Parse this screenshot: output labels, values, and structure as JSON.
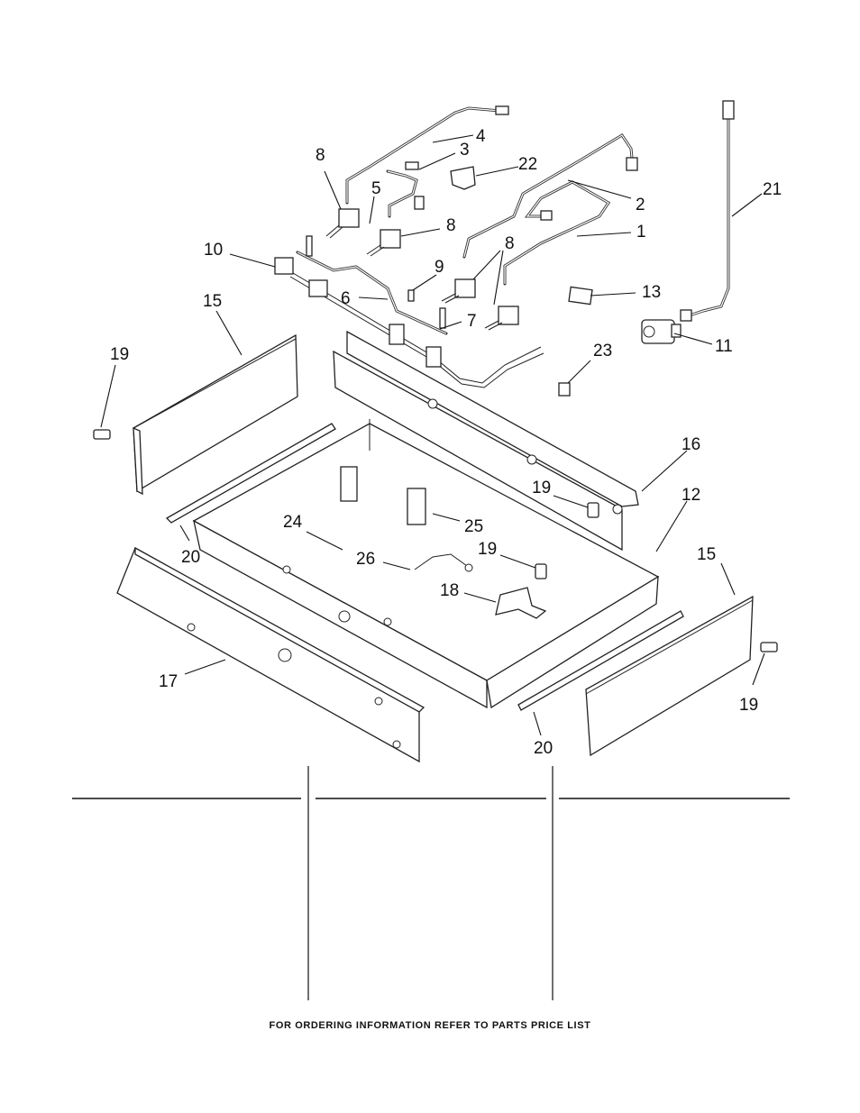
{
  "callouts": [
    {
      "id": "c1",
      "text": "1"
    },
    {
      "id": "c2",
      "text": "2"
    },
    {
      "id": "c3",
      "text": "3"
    },
    {
      "id": "c4",
      "text": "4"
    },
    {
      "id": "c5",
      "text": "5"
    },
    {
      "id": "c6",
      "text": "6"
    },
    {
      "id": "c7",
      "text": "7"
    },
    {
      "id": "c8a",
      "text": "8"
    },
    {
      "id": "c8b",
      "text": "8"
    },
    {
      "id": "c8c",
      "text": "8"
    },
    {
      "id": "c9",
      "text": "9"
    },
    {
      "id": "c10",
      "text": "10"
    },
    {
      "id": "c11",
      "text": "11"
    },
    {
      "id": "c12",
      "text": "12"
    },
    {
      "id": "c13",
      "text": "13"
    },
    {
      "id": "c15a",
      "text": "15"
    },
    {
      "id": "c15b",
      "text": "15"
    },
    {
      "id": "c16",
      "text": "16"
    },
    {
      "id": "c17",
      "text": "17"
    },
    {
      "id": "c18",
      "text": "18"
    },
    {
      "id": "c19a",
      "text": "19"
    },
    {
      "id": "c19b",
      "text": "19"
    },
    {
      "id": "c19c",
      "text": "19"
    },
    {
      "id": "c19d",
      "text": "19"
    },
    {
      "id": "c20a",
      "text": "20"
    },
    {
      "id": "c20b",
      "text": "20"
    },
    {
      "id": "c21",
      "text": "21"
    },
    {
      "id": "c22",
      "text": "22"
    },
    {
      "id": "c23",
      "text": "23"
    },
    {
      "id": "c24",
      "text": "24"
    },
    {
      "id": "c25",
      "text": "25"
    },
    {
      "id": "c26",
      "text": "26"
    }
  ],
  "footer": "FOR ORDERING INFORMATION REFER TO PARTS PRICE LIST"
}
